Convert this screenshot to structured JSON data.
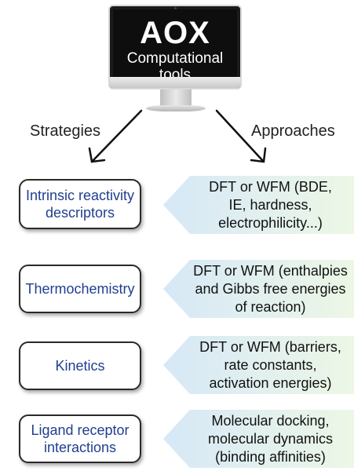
{
  "header": {
    "title": "AOX",
    "subtitle_line1": "Computational",
    "subtitle_line2": "tools"
  },
  "labels": {
    "left": "Strategies",
    "right": "Approaches"
  },
  "colors": {
    "left_text": "#1f3f8f",
    "chevron_fill_start": "#d6e8f7",
    "chevron_fill_end": "#edf7e6"
  },
  "rows": [
    {
      "strategy_line1": "Intrinsic reactivity",
      "strategy_line2": "descriptors",
      "approach_line1": "DFT or WFM (BDE,",
      "approach_line2": "IE, hardness,",
      "approach_line3": "electrophilicity...)"
    },
    {
      "strategy_line1": "Thermochemistry",
      "strategy_line2": "",
      "approach_line1": "DFT or WFM (enthalpies",
      "approach_line2": "and Gibbs free energies",
      "approach_line3": "of reaction)"
    },
    {
      "strategy_line1": "Kinetics",
      "strategy_line2": "",
      "approach_line1": "DFT or WFM (barriers,",
      "approach_line2": "rate constants,",
      "approach_line3": "activation energies)"
    },
    {
      "strategy_line1": "Ligand receptor",
      "strategy_line2": "interactions",
      "approach_line1": "Molecular docking,",
      "approach_line2": "molecular dynamics",
      "approach_line3": "(binding affinities)"
    }
  ]
}
